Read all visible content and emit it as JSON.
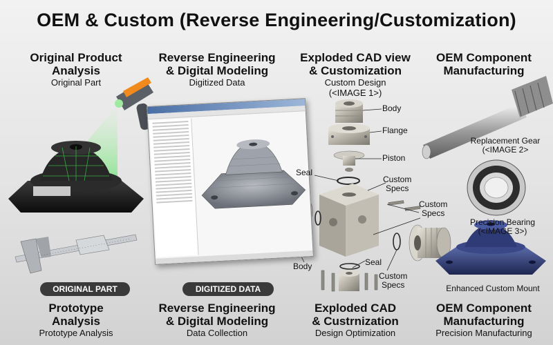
{
  "title": "OEM & Custom (Reverse Engineering/Customization)",
  "top_columns": [
    {
      "heading": "Original Product\nAnalysis",
      "subheading": "Original Part"
    },
    {
      "heading": "Reverse Engineering\n& Digital Modeling",
      "subheading": "Digitized Data"
    },
    {
      "heading": "Exploded CAD view\n& Customization",
      "subheading": "Custom Design\n(<IMAGE 1>)"
    },
    {
      "heading": "OEM Component\nManufacturing",
      "subheading": ""
    }
  ],
  "badges": {
    "original": "ORIGINAL PART",
    "digitized": "DIGITIZED DATA"
  },
  "callouts": {
    "body_top": "Body",
    "flange": "Flange",
    "piston": "Piston",
    "seal_left": "Seal",
    "custom_specs_1": "Custom\nSpecs",
    "custom_specs_2": "Custom\nSpecs",
    "body_bottom": "Body",
    "seal_bottom": "Seal",
    "custom_specs_3": "Custom\nSpecs",
    "replacement_gear": "Replacement Gear\n(<IMAGE 2>",
    "precision_bearing": "Precision Bearing\n(<IMAGE 3>)",
    "enhanced_mount": "Enhanced Custom Mount"
  },
  "bottom_columns": [
    {
      "heading": "Prototype\nAnalysis",
      "subheading": "Prototype Analysis"
    },
    {
      "heading": "Reverse Engineering\n& Digital Modeling",
      "subheading": "Data Collection"
    },
    {
      "heading": "Exploded CAD\n& Custrnization",
      "subheading": "Design Optimization"
    },
    {
      "heading": "OEM Component\nManufacturing",
      "subheading": "Precision Manufacturing"
    }
  ],
  "colors": {
    "scan_green": "#39e04a",
    "rubber": "#1c1c1c",
    "metal": "#b9b6ad",
    "badge": "#3a3a3a",
    "mount_blue": "#2d3a6e"
  }
}
